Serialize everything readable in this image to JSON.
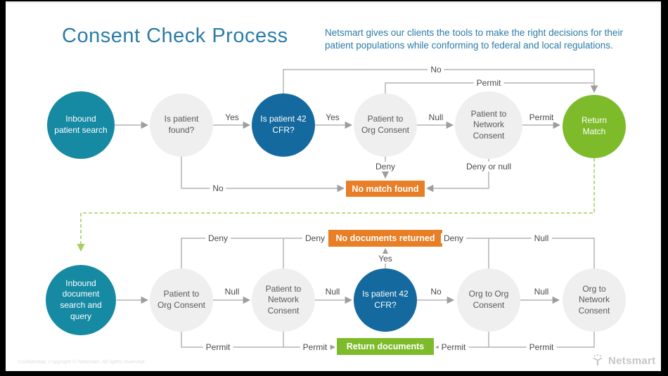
{
  "slide": {
    "title": "Consent Check Process",
    "subtitle": "Netsmart gives our clients the tools to make the right decisions for their patient populations while conforming to federal and local regulations.",
    "footer": "Confidential. Copyright © Netsmart. All rights reserved.",
    "brand": "Netsmart"
  },
  "colors": {
    "teal_node": "#1689a3",
    "blue_node": "#14699e",
    "green_node": "#7dbb2a",
    "gray_node": "#efefef",
    "orange_box": "#e87e25",
    "green_box": "#7dbb2a",
    "title_text": "#2b7ca6",
    "wire": "#b3b3b3",
    "green_dashed_wire": "#a9cf60"
  },
  "nodes": {
    "t1": "Inbound patient search",
    "t2": "Is patient found?",
    "t3": "Is patient 42 CFR?",
    "t4": "Patient to Org Consent",
    "t5": "Patient to Network Consent",
    "t6": "Return Match",
    "b1": "Inbound document search and query",
    "b2": "Patient to Org Consent",
    "b3": "Patient to Network Consent",
    "b4": "Is patient 42 CFR?",
    "b5": "Org to Org Consent",
    "b6": "Org to Network Consent"
  },
  "boxes": {
    "no_match": "No match found",
    "no_docs": "No documents returned",
    "return_docs": "Return documents"
  },
  "edge_labels": {
    "t_yes1": "Yes",
    "t_yes2": "Yes",
    "t_null": "Null",
    "t_permit": "Permit",
    "t_no_top": "No",
    "t_permit_top": "Permit",
    "t_deny": "Deny",
    "t_deny_or_null": "Deny or null",
    "t_no_mid": "No",
    "b_null1": "Null",
    "b_null2": "Null",
    "b_no": "No",
    "b_null3": "Null",
    "b_deny1": "Deny",
    "b_deny2": "Deny",
    "b_deny3": "Deny",
    "b_null_top": "Null",
    "b_yes": "Yes",
    "b_permit1": "Permit",
    "b_permit2": "Permit",
    "b_permit3": "Permit",
    "b_permit4": "Permit"
  }
}
